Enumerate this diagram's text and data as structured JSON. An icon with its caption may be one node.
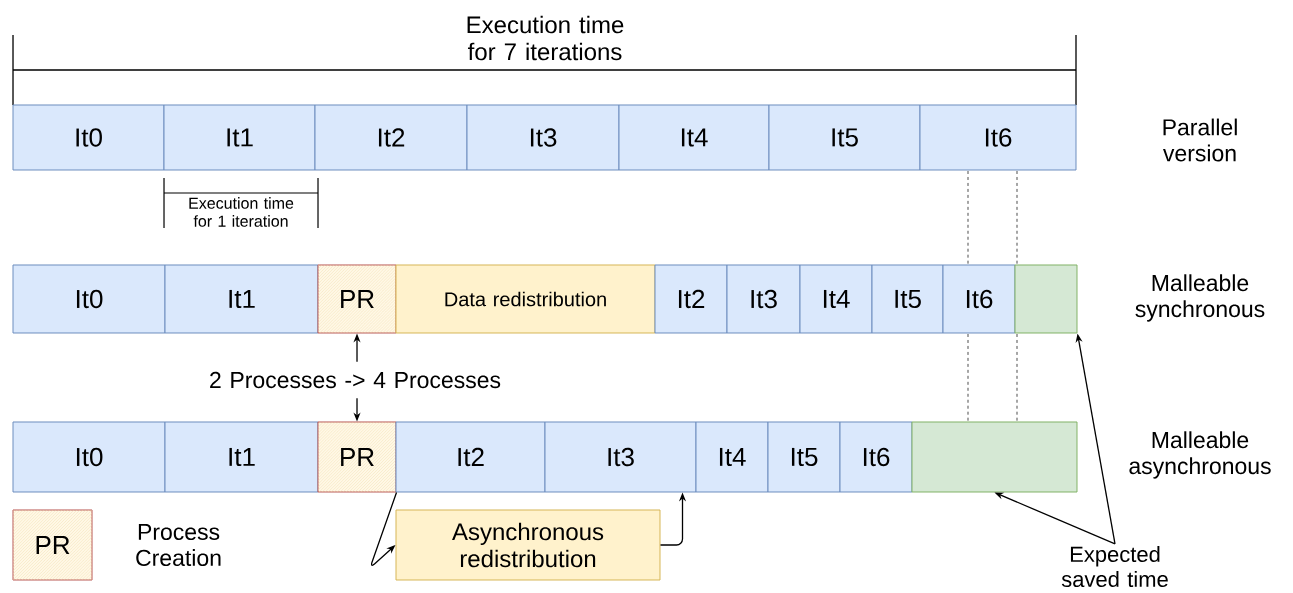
{
  "diagram": {
    "nodes": [
      {
        "text": [
          "It0"
        ]
      },
      {
        "text": [
          "It1"
        ]
      },
      {
        "text": [
          "It2"
        ]
      },
      {
        "text": [
          "It3"
        ]
      },
      {
        "text": [
          "It4"
        ]
      },
      {
        "text": [
          "It5"
        ]
      },
      {
        "text": [
          "It6"
        ]
      },
      {
        "text": [
          "It0"
        ]
      },
      {
        "text": [
          "It1"
        ]
      },
      {
        "text": [
          "PR"
        ]
      },
      {
        "text": [
          "Data redistribution"
        ]
      },
      {
        "text": [
          "It2"
        ]
      },
      {
        "text": [
          "It3"
        ]
      },
      {
        "text": [
          "It4"
        ]
      },
      {
        "text": [
          "It5"
        ]
      },
      {
        "text": [
          "It6"
        ]
      },
      {
        "text": [],
        "shape": "box"
      },
      {
        "text": [
          "It0"
        ]
      },
      {
        "text": [
          "It1"
        ]
      },
      {
        "text": [
          "PR"
        ]
      },
      {
        "text": [
          "It2"
        ]
      },
      {
        "text": [
          "It3"
        ]
      },
      {
        "text": [
          "It4"
        ]
      },
      {
        "text": [
          "It5"
        ]
      },
      {
        "text": [
          "It6"
        ]
      },
      {
        "text": [],
        "shape": "box"
      },
      {
        "text": [
          "2 Processes -> 4 Processes"
        ]
      },
      {
        "text": [
          "PR"
        ],
        "beside": [
          "Process Creation"
        ]
      },
      {
        "text": [
          "Asynchronous redistribution"
        ]
      },
      {
        "text": [
          "Expected saved time"
        ]
      }
    ],
    "edges": [
      {
        "from": 26,
        "to": 9,
        "arrow": "to"
      },
      {
        "from": 26,
        "to": 19,
        "arrow": "to"
      },
      {
        "from": 19,
        "to": 28,
        "arrow": "to"
      },
      {
        "from": 28,
        "to": 21,
        "arrow": "to"
      },
      {
        "from": 29,
        "to": 25,
        "arrow": "to"
      },
      {
        "from": 29,
        "to": 16,
        "arrow": "to"
      }
    ],
    "labels": [
      "Execution time for 7 iterations",
      "Parallel version",
      "Execution time for 1 iteration",
      "Malleable synchronous",
      "Malleable asynchronous"
    ]
  }
}
